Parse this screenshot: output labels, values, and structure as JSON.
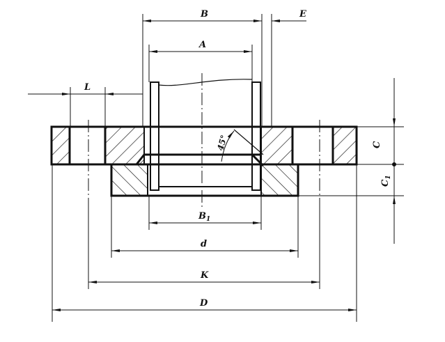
{
  "drawing": {
    "title": "Slip-on welded flange cross-section",
    "labels": {
      "B": "B",
      "E": "E",
      "A": "A",
      "L": "L",
      "C": "C",
      "C1": "C",
      "C1_sub": "1",
      "angle": "45°",
      "B1": "B",
      "B1_sub": "1",
      "d": "d",
      "K": "K",
      "D": "D"
    },
    "colors": {
      "ink": "#111111",
      "paper": "#ffffff"
    }
  }
}
